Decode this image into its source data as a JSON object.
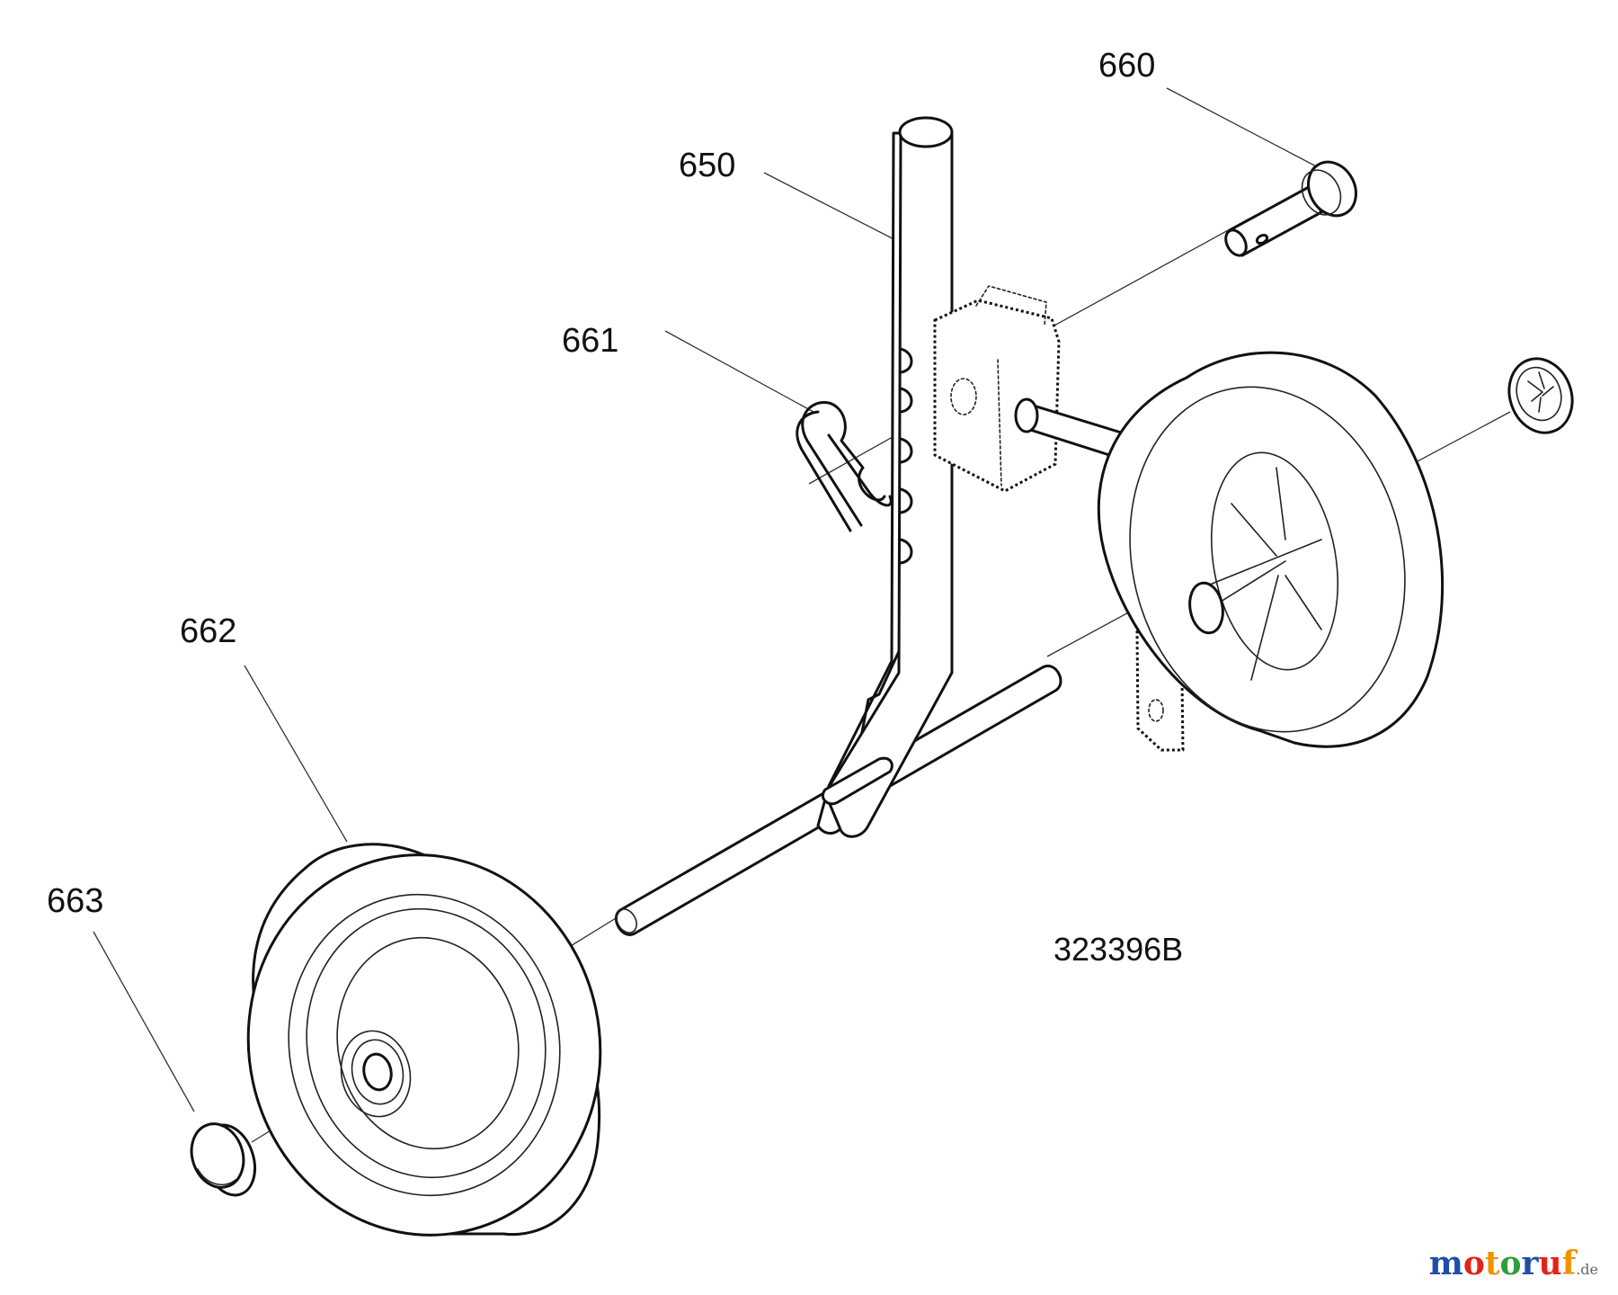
{
  "drawing_number": "323396B",
  "parts": {
    "p650": "650",
    "p660": "660",
    "p661": "661",
    "p662": "662",
    "p663": "663"
  },
  "watermark": {
    "text": "motoruf",
    "tld": ".de",
    "letter_colors": [
      "#1f4ea8",
      "#e2231a",
      "#f29100",
      "#2e9d3a",
      "#1f4ea8",
      "#e2231a",
      "#f29100"
    ]
  },
  "colors": {
    "ink": "#111111",
    "background": "#ffffff"
  }
}
